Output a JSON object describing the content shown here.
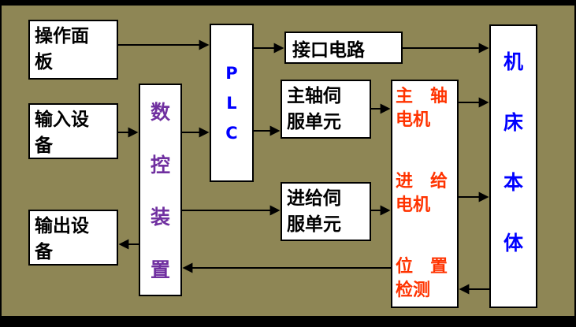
{
  "colors": {
    "background": "#8e8655",
    "frame": "#000000",
    "box_fill": "#ffffff",
    "box_border": "#000000",
    "black_text": "#000000",
    "cnc_text": "#7030a0",
    "plc_text": "#0000ff",
    "motors_text": "#ff3300",
    "machine_body_text": "#0000ff",
    "arrow": "#000000"
  },
  "boxes": {
    "operation_panel": {
      "lines": [
        "操作面",
        "板"
      ]
    },
    "input_device": {
      "lines": [
        "输入设",
        "备"
      ]
    },
    "output_device": {
      "lines": [
        "输出设",
        "备"
      ]
    },
    "cnc_unit": {
      "chars": [
        "数",
        "控",
        "装",
        "置"
      ]
    },
    "plc": {
      "chars": [
        "P",
        "L",
        "C"
      ]
    },
    "interface_circuit": {
      "label": "接口电路"
    },
    "spindle_servo": {
      "lines": [
        "主轴伺",
        "服单元"
      ]
    },
    "feed_servo": {
      "lines": [
        "进给伺",
        "服单元"
      ]
    },
    "motors": {
      "groups": [
        [
          "主　轴",
          "电机"
        ],
        [
          "进　给",
          "电机"
        ],
        [
          "位　置",
          "检测"
        ]
      ]
    },
    "machine_body": {
      "chars": [
        "机",
        "床",
        "本",
        "体"
      ]
    }
  }
}
